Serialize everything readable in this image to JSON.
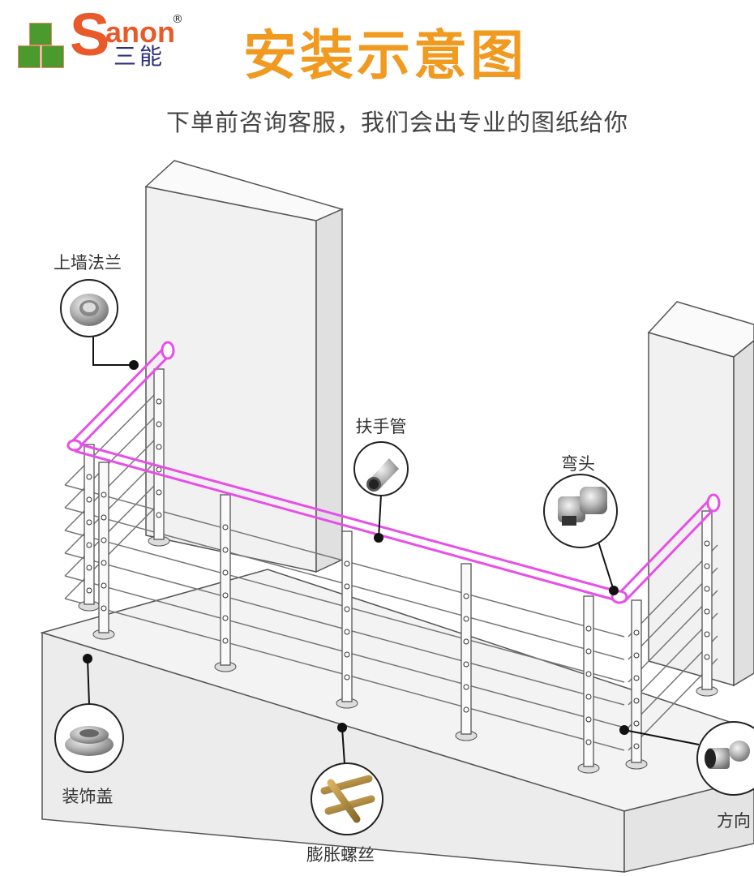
{
  "logo": {
    "brand_initial": "S",
    "brand_rest": "anon",
    "brand_cn": "三能",
    "registered": "®"
  },
  "header": {
    "title": "安装示意图",
    "subtitle": "下单前咨询客服，我们会出专业的图纸给你"
  },
  "colors": {
    "title": "#f09a20",
    "handrail": "#e84ee8",
    "logo_orange": "#e9592a",
    "logo_green": "#4a9a2e"
  },
  "callouts": [
    {
      "id": "wall-flange",
      "label": "上墙法兰"
    },
    {
      "id": "handrail-tube",
      "label": "扶手管"
    },
    {
      "id": "elbow",
      "label": "弯头"
    },
    {
      "id": "decorative-cover",
      "label": "装饰盖"
    },
    {
      "id": "expansion-bolt",
      "label": "膨胀螺丝"
    },
    {
      "id": "swivel-joint",
      "label": "方向"
    }
  ]
}
